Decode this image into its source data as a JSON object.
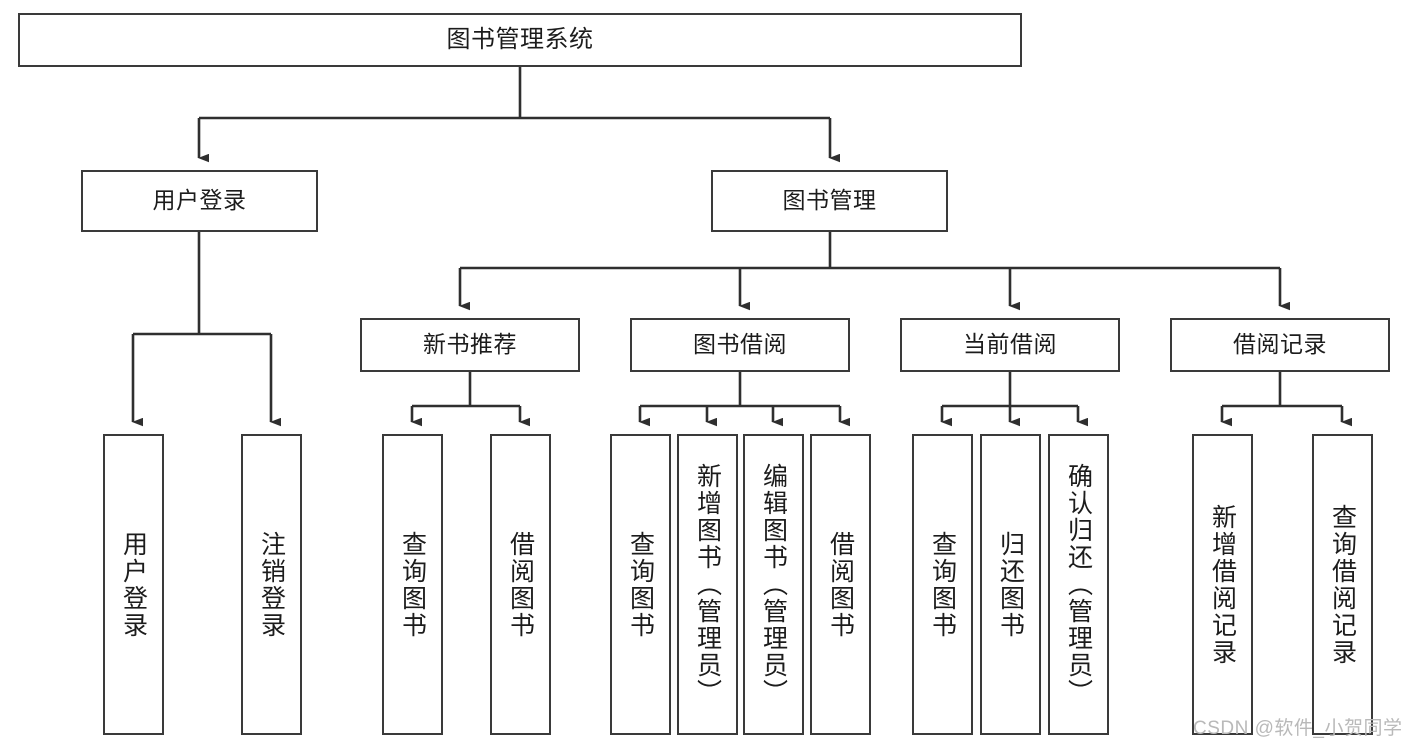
{
  "diagram": {
    "title": "图书管理系统",
    "type": "tree-hierarchy",
    "orientation": "top-down",
    "watermark": "CSDN @软件_小贺同学",
    "colors": {
      "box_border": "#3a3a3a",
      "box_fill": "#ffffff",
      "edge": "#2f2f2f",
      "text": "#1c1c1c",
      "background": "#ffffff",
      "watermark": "#b9b9b9"
    },
    "nodes": {
      "root": {
        "label": "图书管理系统"
      },
      "level1": [
        {
          "id": "user-login",
          "label": "用户登录"
        },
        {
          "id": "book-manage",
          "label": "图书管理"
        }
      ],
      "level2": [
        {
          "id": "new-book-recommend",
          "label": "新书推荐"
        },
        {
          "id": "book-borrow",
          "label": "图书借阅"
        },
        {
          "id": "current-borrow",
          "label": "当前借阅"
        },
        {
          "id": "borrow-record",
          "label": "借阅记录"
        }
      ],
      "leaves": {
        "user_login": [
          {
            "id": "leaf-user-login",
            "label": "用户登录"
          },
          {
            "id": "leaf-user-logout",
            "label": "注销登录"
          }
        ],
        "new_book_recommend": [
          {
            "id": "leaf-query-book-1",
            "label": "查询图书"
          },
          {
            "id": "leaf-borrow-book-1",
            "label": "借阅图书"
          }
        ],
        "book_borrow": [
          {
            "id": "leaf-query-book-2",
            "label": "查询图书"
          },
          {
            "id": "leaf-add-book",
            "label": "新增图书（管理员）"
          },
          {
            "id": "leaf-edit-book",
            "label": "编辑图书（管理员）"
          },
          {
            "id": "leaf-borrow-book-2",
            "label": "借阅图书"
          }
        ],
        "current_borrow": [
          {
            "id": "leaf-query-book-3",
            "label": "查询图书"
          },
          {
            "id": "leaf-return-book",
            "label": "归还图书"
          },
          {
            "id": "leaf-confirm-return",
            "label": "确认归还（管理员）"
          }
        ],
        "borrow_record": [
          {
            "id": "leaf-add-record",
            "label": "新增借阅记录"
          },
          {
            "id": "leaf-query-record",
            "label": "查询借阅记录"
          }
        ]
      }
    }
  }
}
